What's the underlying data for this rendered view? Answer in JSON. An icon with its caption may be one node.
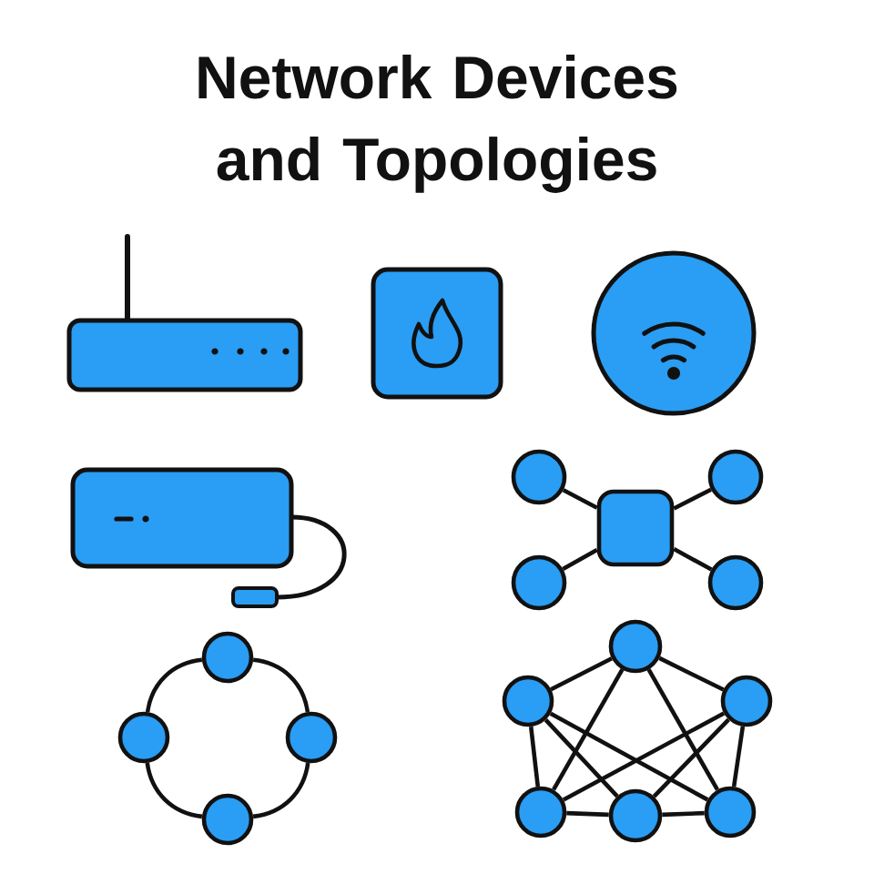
{
  "diagram": {
    "title": "Network Devices and Topologies",
    "nodes": [
      {
        "text": [],
        "shape": "circle"
      },
      {
        "text": [],
        "shape": "circle"
      },
      {
        "text": [],
        "shape": "box"
      },
      {
        "text": [],
        "shape": "circle"
      },
      {
        "text": [],
        "shape": "circle"
      },
      {
        "text": [],
        "shape": "circle"
      },
      {
        "text": [],
        "shape": "circle"
      },
      {
        "text": [],
        "shape": "circle"
      },
      {
        "text": [],
        "shape": "circle"
      },
      {
        "text": [],
        "shape": "circle"
      },
      {
        "text": [],
        "shape": "circle"
      },
      {
        "text": [],
        "shape": "circle"
      },
      {
        "text": [],
        "shape": "circle"
      },
      {
        "text": [],
        "shape": "circle"
      },
      {
        "text": [],
        "shape": "circle"
      }
    ],
    "edges": [
      {
        "from": 2,
        "to": 0,
        "arrow": "none"
      },
      {
        "from": 2,
        "to": 1,
        "arrow": "none"
      },
      {
        "from": 2,
        "to": 3,
        "arrow": "none"
      },
      {
        "from": 2,
        "to": 4,
        "arrow": "none"
      },
      {
        "from": 5,
        "to": 6,
        "arrow": "none"
      },
      {
        "from": 5,
        "to": 7,
        "arrow": "none"
      },
      {
        "from": 6,
        "to": 8,
        "arrow": "none"
      },
      {
        "from": 7,
        "to": 8,
        "arrow": "none"
      },
      {
        "from": 9,
        "to": 10,
        "arrow": "none"
      },
      {
        "from": 9,
        "to": 11,
        "arrow": "none"
      },
      {
        "from": 9,
        "to": 12,
        "arrow": "none"
      },
      {
        "from": 9,
        "to": 14,
        "arrow": "none"
      },
      {
        "from": 10,
        "to": 12,
        "arrow": "none"
      },
      {
        "from": 10,
        "to": 13,
        "arrow": "none"
      },
      {
        "from": 10,
        "to": 14,
        "arrow": "none"
      },
      {
        "from": 11,
        "to": 12,
        "arrow": "none"
      },
      {
        "from": 11,
        "to": 13,
        "arrow": "none"
      },
      {
        "from": 11,
        "to": 14,
        "arrow": "none"
      },
      {
        "from": 12,
        "to": 13,
        "arrow": "none"
      },
      {
        "from": 13,
        "to": 14,
        "arrow": "none"
      }
    ]
  }
}
